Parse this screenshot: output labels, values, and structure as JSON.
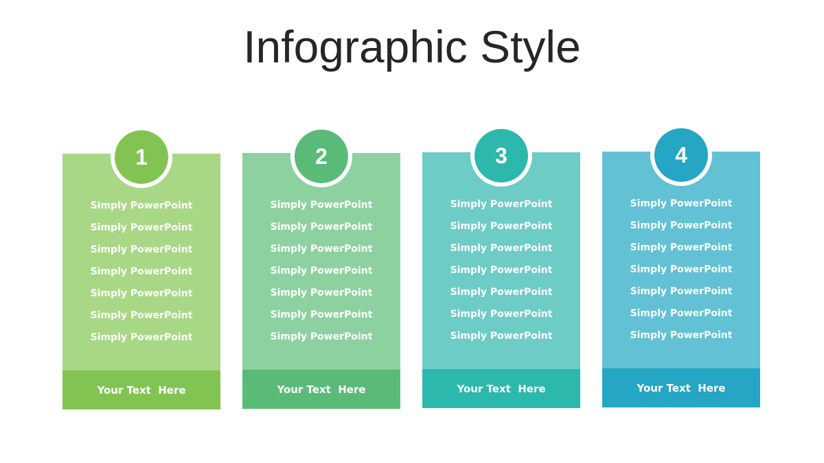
{
  "slide": {
    "title": "Infographic Style"
  },
  "cards": [
    {
      "number": "1",
      "lines": [
        "Simply PowerPoint",
        "Simply PowerPoint",
        "Simply PowerPoint",
        "Simply PowerPoint",
        "Simply PowerPoint",
        "Simply PowerPoint",
        "Simply PowerPoint"
      ],
      "footer": "Your Text  Here",
      "colors": {
        "body": "#a8d886",
        "accent": "#82c451"
      }
    },
    {
      "number": "2",
      "lines": [
        "Simply PowerPoint",
        "Simply PowerPoint",
        "Simply PowerPoint",
        "Simply PowerPoint",
        "Simply PowerPoint",
        "Simply PowerPoint",
        "Simply PowerPoint"
      ],
      "footer": "Your Text  Here",
      "colors": {
        "body": "#8ed1a1",
        "accent": "#5abb79"
      }
    },
    {
      "number": "3",
      "lines": [
        "Simply PowerPoint",
        "Simply PowerPoint",
        "Simply PowerPoint",
        "Simply PowerPoint",
        "Simply PowerPoint",
        "Simply PowerPoint",
        "Simply PowerPoint"
      ],
      "footer": "Your Text  Here",
      "colors": {
        "body": "#6dccc6",
        "accent": "#2db8ae"
      }
    },
    {
      "number": "4",
      "lines": [
        "Simply PowerPoint",
        "Simply PowerPoint",
        "Simply PowerPoint",
        "Simply PowerPoint",
        "Simply PowerPoint",
        "Simply PowerPoint",
        "Simply PowerPoint"
      ],
      "footer": "Your Text  Here",
      "colors": {
        "body": "#62c1d5",
        "accent": "#24a6c4"
      }
    }
  ]
}
